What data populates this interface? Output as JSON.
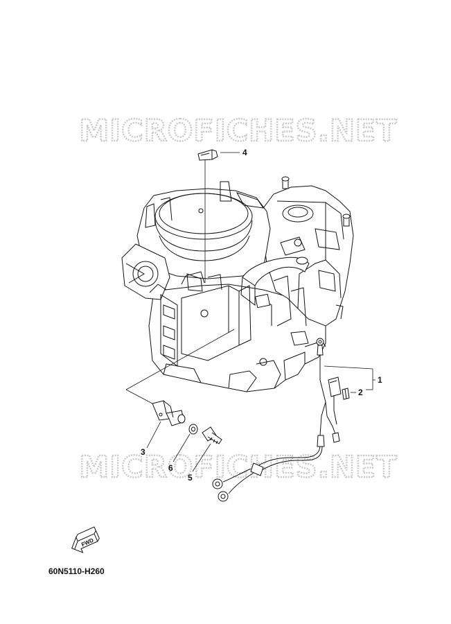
{
  "watermarks": [
    "MICROFICHES.NET",
    "MICROFICHES.NET"
  ],
  "callouts": [
    "1",
    "2",
    "3",
    "4",
    "5",
    "6"
  ],
  "fwd_arrow_label": "FWD",
  "part_code": "60N5110-H260"
}
